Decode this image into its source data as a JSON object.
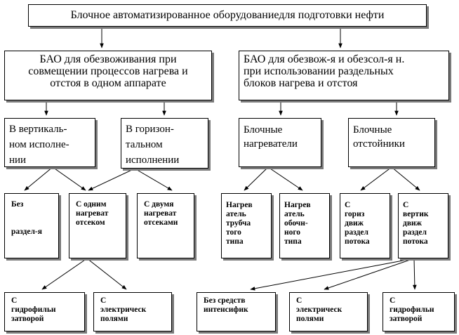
{
  "diagram": {
    "root": "Блочное автоматизированное оборудованиедля подготовки нефти",
    "level1": {
      "left": "БАО для обезвоживания при\nсовмещении процессов нагрева и\nотстоя в одном аппарате",
      "right": "БАО для обезвож-я и обезсол-я н.\nпри использовании раздельных\nблоков нагрева и отстоя"
    },
    "level2": {
      "vertical": "В вертикаль-\nном исполне-\nнии",
      "horizontal": "В горизон-\nтальном\nисполнении",
      "heaters": "Блочные\nнагреватели",
      "settlers": "Блочные\nотстойники"
    },
    "level3": {
      "no_divider": "Без\n\n\nраздел-я",
      "one_heating": "С одним\nнагреват\nотсеком",
      "two_heating": "С двумя\nнагреват\nотсеками",
      "tube_heater": "Нагрев\nатель\nтрубча\nтого\nтипа",
      "shell_heater": "Нагрев\nатель\nобочн-\nного\nтипа",
      "horiz_flow": "С\nгориз\nдвиж\nраздел\nпотока",
      "vert_flow": "С\nвертик\nдвиж\nраздел\nпотока"
    },
    "level4": {
      "hydrophilic_left": "С\nгидрофильн\nзатворой",
      "electric_left": "С\nэлектрическ\nполями",
      "no_intensifiers": "Без средств\nинтенсифик",
      "electric_right": "С\nэлектрическ\nполями",
      "hydrophilic_right": "С\nгидрофильн\nзатворой"
    }
  }
}
